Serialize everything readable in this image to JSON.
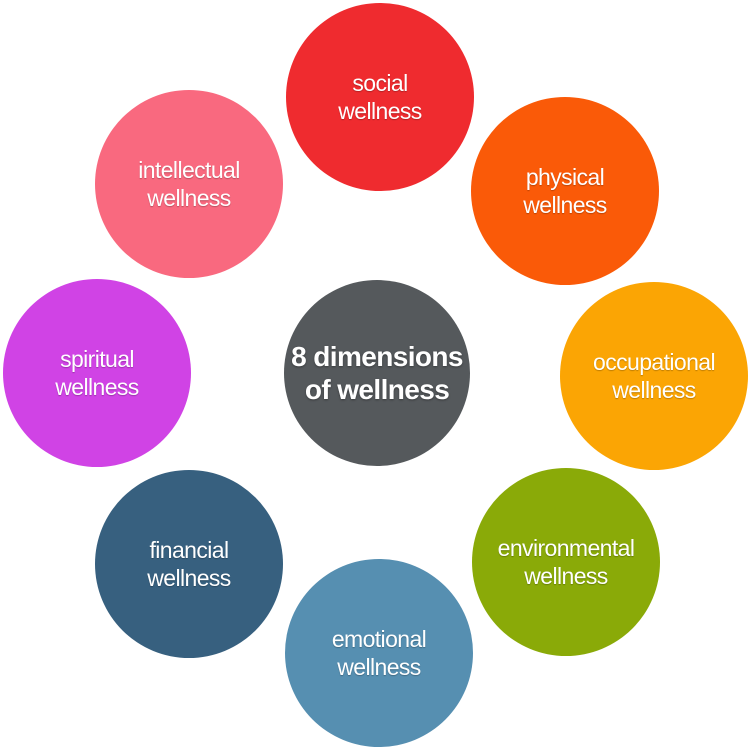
{
  "center": {
    "line1": "8 dimensions",
    "line2": "of wellness",
    "color": "#55595c"
  },
  "dimensions": [
    {
      "line1": "social",
      "line2": "wellness",
      "color": "#ef2b2f"
    },
    {
      "line1": "physical",
      "line2": "wellness",
      "color": "#fa5a08"
    },
    {
      "line1": "occupational",
      "line2": "wellness",
      "color": "#fba504"
    },
    {
      "line1": "environmental",
      "line2": "wellness",
      "color": "#8aaa08"
    },
    {
      "line1": "emotional",
      "line2": "wellness",
      "color": "#568fb1"
    },
    {
      "line1": "financial",
      "line2": "wellness",
      "color": "#37607f"
    },
    {
      "line1": "spiritual",
      "line2": "wellness",
      "color": "#d043e5"
    },
    {
      "line1": "intellectual",
      "line2": "wellness",
      "color": "#f9697f"
    }
  ]
}
